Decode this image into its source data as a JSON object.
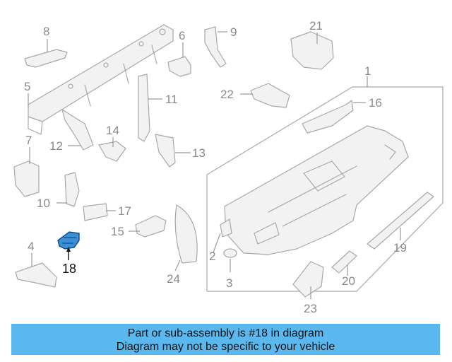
{
  "diagram": {
    "labels": [
      "1",
      "2",
      "3",
      "4",
      "5",
      "6",
      "7",
      "8",
      "9",
      "10",
      "11",
      "12",
      "13",
      "14",
      "15",
      "16",
      "17",
      "18",
      "19",
      "20",
      "21",
      "22",
      "23",
      "24"
    ],
    "highlighted_part": "18",
    "highlight_color": "#3a8fd6",
    "banner_color": "#5bb8ef"
  },
  "banner": {
    "line1": "Part or sub-assembly is #18 in diagram",
    "line2": "Diagram may not be specific to your vehicle"
  }
}
